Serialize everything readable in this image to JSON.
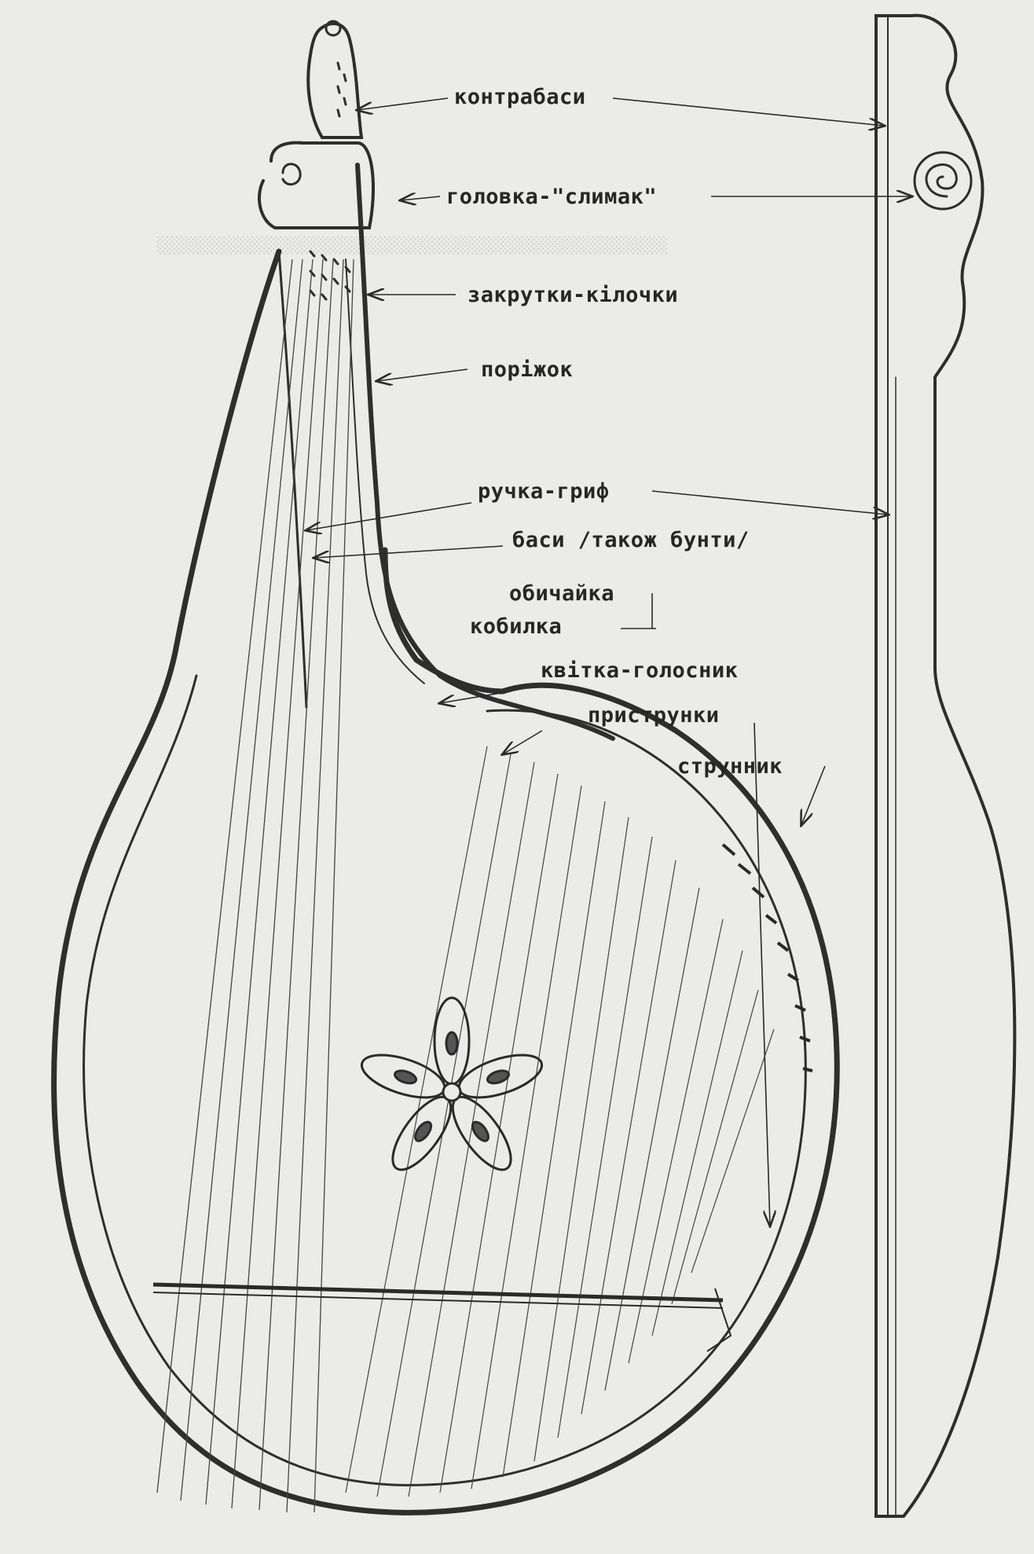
{
  "diagram": {
    "labels": {
      "kontrabasy": "контрабаси",
      "holovka": "головка-\"слимак\"",
      "zakrutky": "закрутки-кілочки",
      "porizhok": "поріжок",
      "ruchka": "ручка-гриф",
      "basy": "баси /також бунти/",
      "obychaika": "обичайка",
      "kobylka": "кобилка",
      "kvitka": "квітка-голосник",
      "prystrunky": "приструнки",
      "strunnyk": "струнник"
    }
  },
  "colors": {
    "paper": "#ebebe9",
    "ink": "#262626",
    "pencil": "#3a3a3a"
  }
}
